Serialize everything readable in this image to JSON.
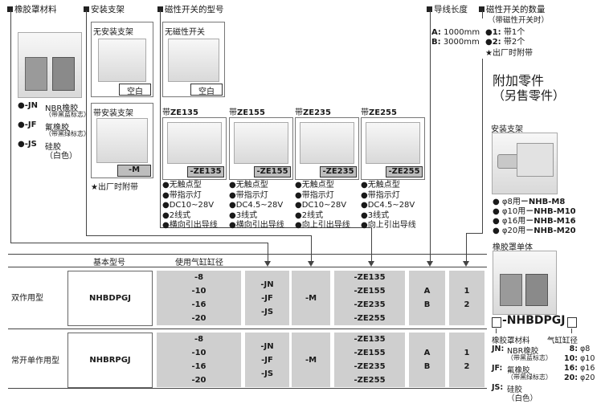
{
  "headers": {
    "cover_material": "橡胶罩材料",
    "bracket": "安装支架",
    "switch_model": "磁性开关的型号",
    "lead_length": "导线长度",
    "switch_qty": "磁性开关的数量",
    "switch_qty_sub": "（带磁性开关时）"
  },
  "materials": [
    {
      "code": "●-JN",
      "name": "NBR橡胶",
      "note": "（带黑蓝标志）"
    },
    {
      "code": "●-JF",
      "name": "氟橡胶",
      "note": "（带黑绿标志）"
    },
    {
      "code": "●-JS",
      "name": "硅胶",
      "note": "（白色）"
    }
  ],
  "bracket": {
    "none_label": "无安装支架",
    "none_tag": "空白",
    "with_label": "带安装支架",
    "with_tag": "-M",
    "note": "★出厂时附带"
  },
  "switch": {
    "none_label": "无磁性开关",
    "none_tag": "空白",
    "items": [
      {
        "prefix": "带",
        "model": "ZE135",
        "tag": "-ZE135",
        "specs": [
          "●无触点型",
          "●带指示灯",
          "●DC10~28V",
          "●2线式",
          "●横向引出导线"
        ]
      },
      {
        "prefix": "带",
        "model": "ZE155",
        "tag": "-ZE155",
        "specs": [
          "●无触点型",
          "●带指示灯",
          "●DC4.5~28V",
          "●3线式",
          "●横向引出导线"
        ]
      },
      {
        "prefix": "带",
        "model": "ZE235",
        "tag": "-ZE235",
        "specs": [
          "●无触点型",
          "●带指示灯",
          "●DC10~28V",
          "●2线式",
          "●向上引出导线"
        ]
      },
      {
        "prefix": "带",
        "model": "ZE255",
        "tag": "-ZE255",
        "specs": [
          "●无触点型",
          "●带指示灯",
          "●DC4.5~28V",
          "●3线式",
          "●向上引出导线"
        ]
      }
    ]
  },
  "lead": {
    "a": "A:",
    "a_val": "1000mm",
    "b": "B:",
    "b_val": "3000mm"
  },
  "qty": {
    "one": "●1:",
    "one_val": "带1个",
    "two": "●2:",
    "two_val": "带2个",
    "note": "★出厂时附带"
  },
  "accessories": {
    "title1": "附加零件",
    "title2": "（另售零件）",
    "bracket_label": "安装支架",
    "items": [
      {
        "dia": "● φ8用",
        "code": "－NHB-M8"
      },
      {
        "dia": "● φ10用",
        "code": "－NHB-M10"
      },
      {
        "dia": "● φ16用",
        "code": "－NHB-M16"
      },
      {
        "dia": "● φ20用",
        "code": "－NHB-M20"
      }
    ],
    "cover_label": "橡胶罩单体",
    "cover_model": "-NHBDPGJ",
    "mat_label": "橡胶罩材料",
    "bore_label": "气缸缸径",
    "mats": [
      {
        "code": "JN:",
        "name": "NBR橡胶",
        "note": "（带黑蓝标志）"
      },
      {
        "code": "JF:",
        "name": "氟橡胶",
        "note": "（带黑绿标志）"
      },
      {
        "code": "JS:",
        "name": "硅胶",
        "note": "（白色）"
      }
    ],
    "bores": [
      {
        "code": "8:",
        "val": "φ8"
      },
      {
        "code": "10:",
        "val": "φ10"
      },
      {
        "code": "16:",
        "val": "φ16"
      },
      {
        "code": "20:",
        "val": "φ20"
      }
    ]
  },
  "table": {
    "col_basic": "基本型号",
    "col_bore": "使用气缸缸径",
    "rows": [
      {
        "type": "双作用型",
        "model": "NHBDPGJ",
        "bores": [
          "-8",
          "-10",
          "-16",
          "-20"
        ],
        "covers": [
          "-JN",
          "-JF",
          "-JS"
        ],
        "bracket": "-M",
        "switches": [
          "-ZE135",
          "-ZE155",
          "-ZE235",
          "-ZE255"
        ],
        "leads": [
          "A",
          "B"
        ],
        "qtys": [
          "1",
          "2"
        ]
      },
      {
        "type": "常开单作用型",
        "model": "NHBRPGJ",
        "bores": [
          "-8",
          "-10",
          "-16",
          "-20"
        ],
        "covers": [
          "-JN",
          "-JF",
          "-JS"
        ],
        "bracket": "-M",
        "switches": [
          "-ZE135",
          "-ZE155",
          "-ZE235",
          "-ZE255"
        ],
        "leads": [
          "A",
          "B"
        ],
        "qtys": [
          "1",
          "2"
        ]
      }
    ]
  }
}
